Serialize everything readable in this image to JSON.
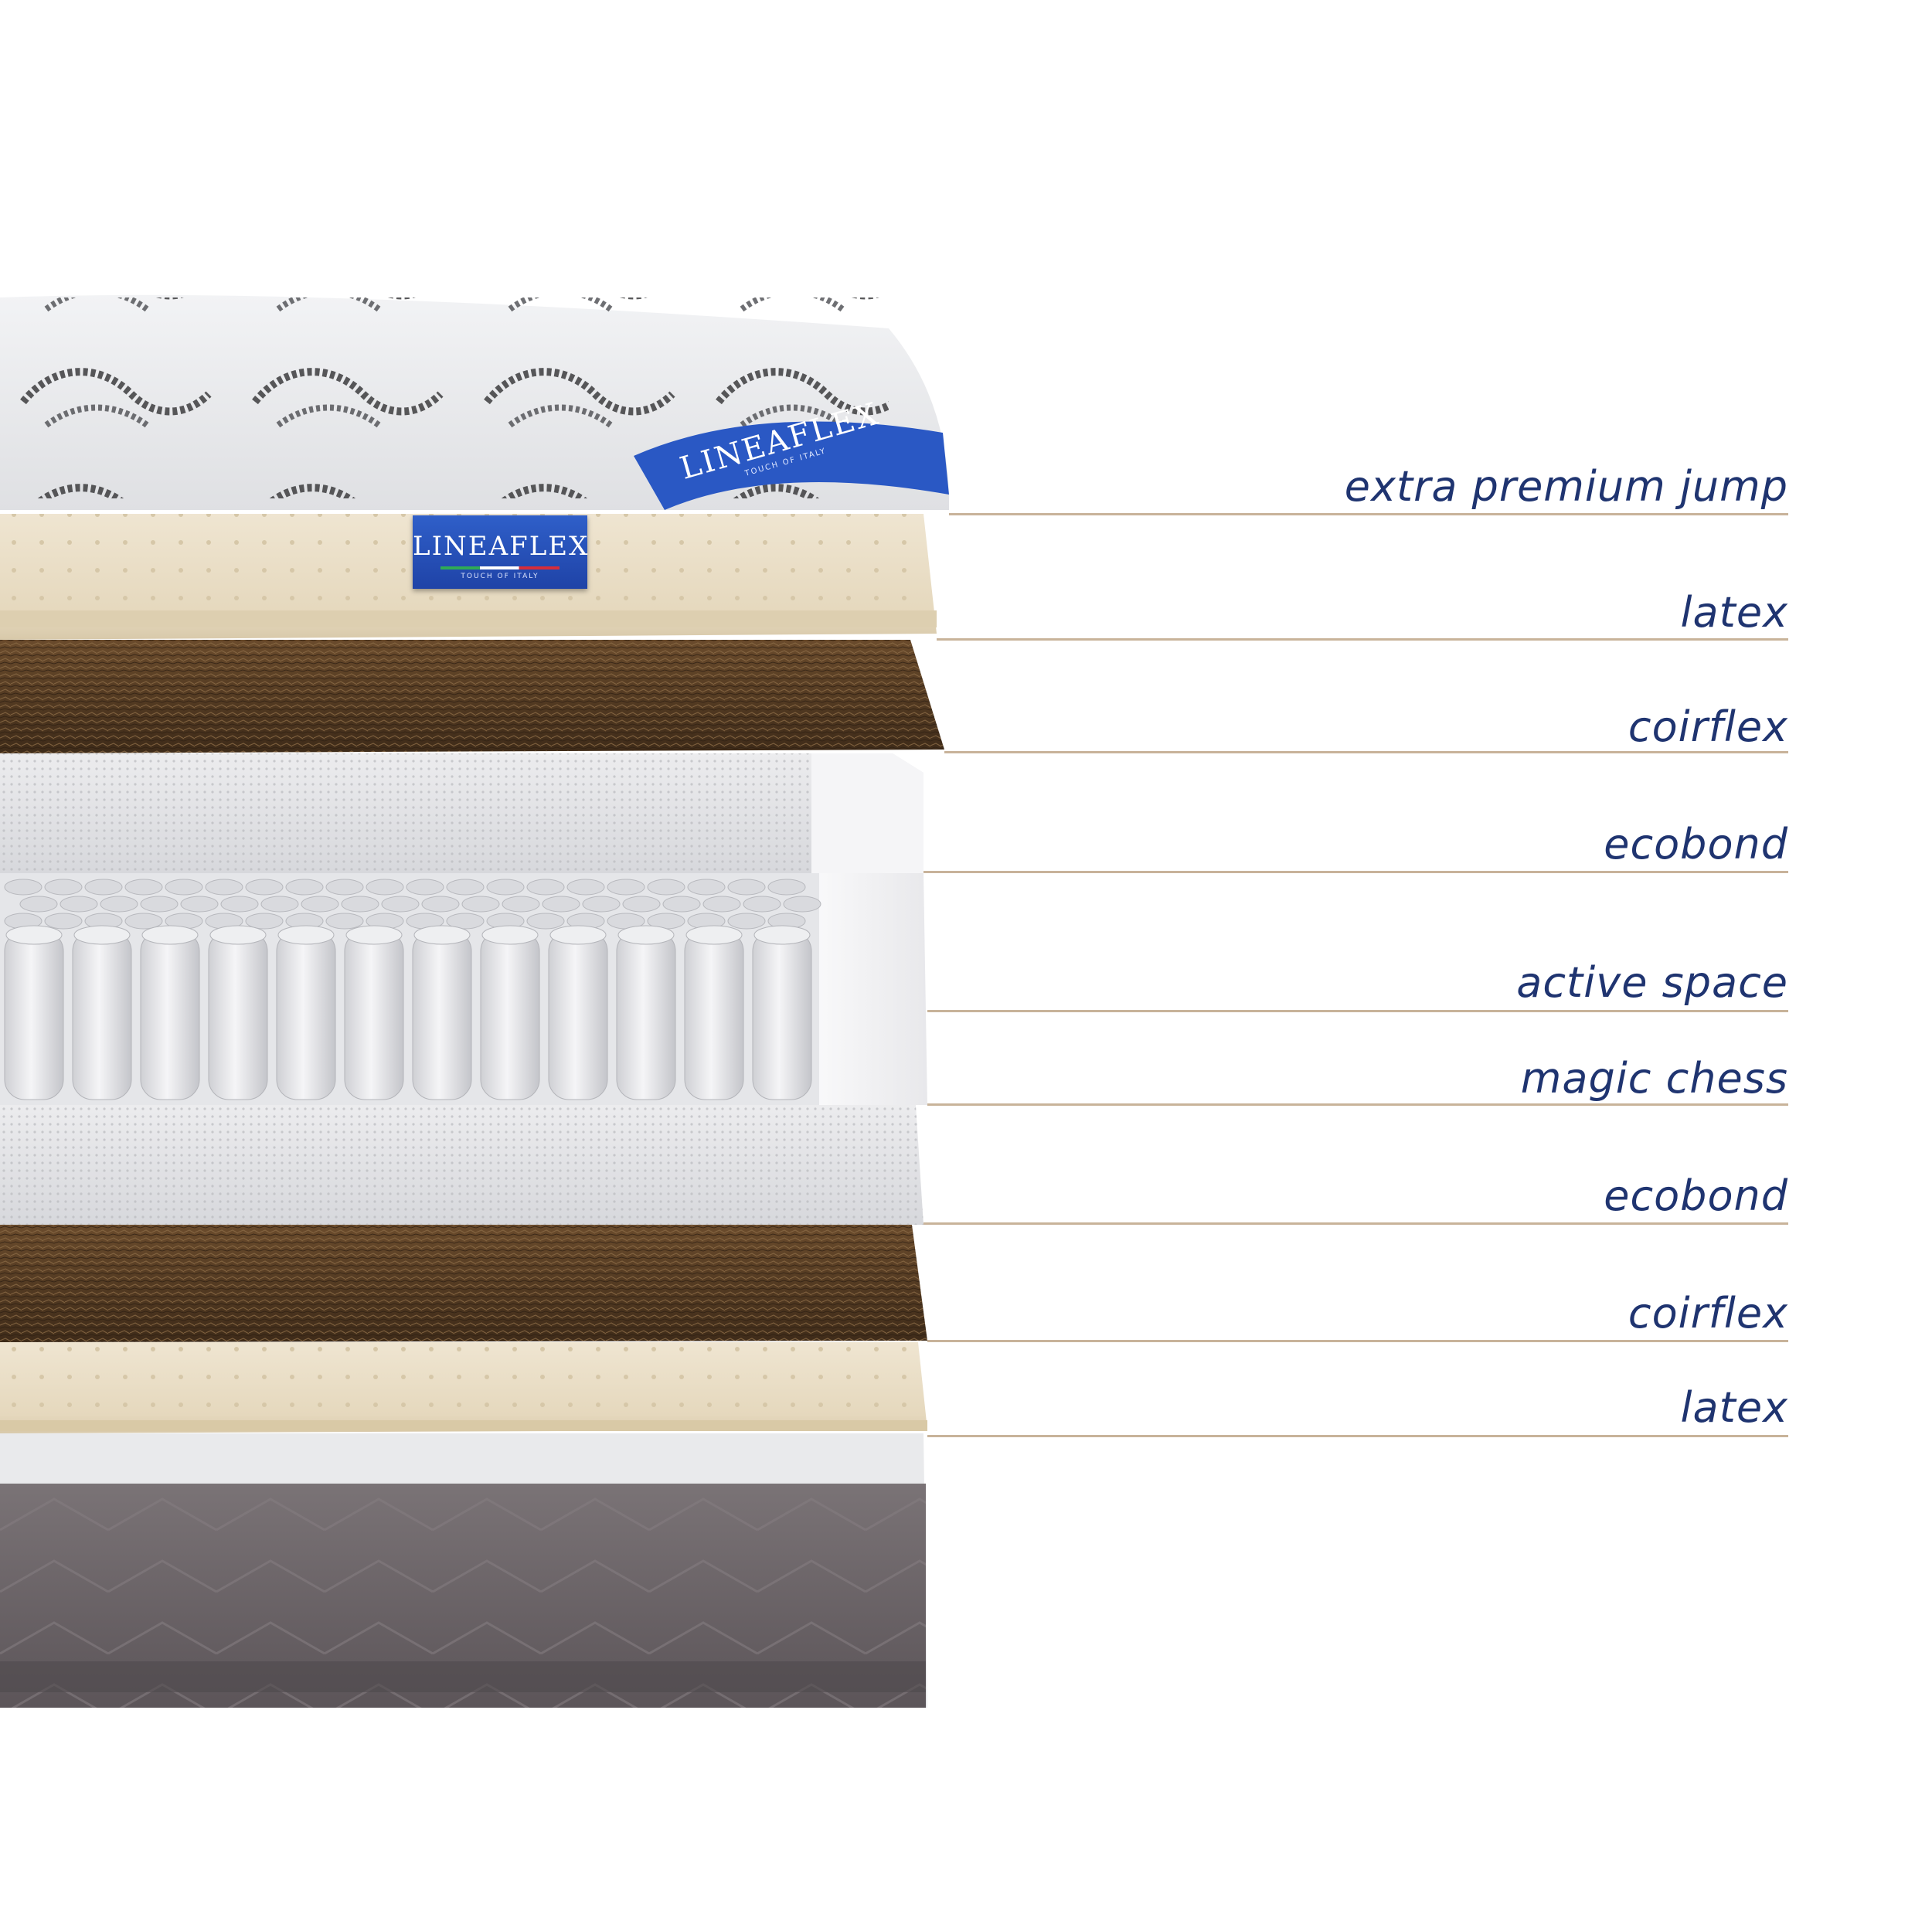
{
  "image_title": "",
  "brand": {
    "name": "LINEAFLEX",
    "tagline": "TOUCH OF ITALY",
    "tag_color": "#2850b8"
  },
  "colors": {
    "label_text": "#1f3470",
    "leader_line": "#c8b39a"
  },
  "layers": [
    {
      "key": "extra-premium-jump",
      "label": "extra premium jump",
      "material": "quilted knit top",
      "color": "#e9eaec"
    },
    {
      "key": "latex-top",
      "label": "latex",
      "material": "latex",
      "color": "#eadfca"
    },
    {
      "key": "coirflex-top",
      "label": "coirflex",
      "material": "coconut fibre",
      "color": "#5b4128"
    },
    {
      "key": "ecobond-top",
      "label": "ecobond",
      "material": "ecobond fibre",
      "color": "#e6e6e8"
    },
    {
      "key": "active-space",
      "label": "active space",
      "material": "foam border",
      "color": "#f4f4f6"
    },
    {
      "key": "magic-chess",
      "label": "magic chess",
      "material": "pocket springs",
      "color": "#e2e3e6"
    },
    {
      "key": "ecobond-bottom",
      "label": "ecobond",
      "material": "ecobond fibre",
      "color": "#dedfe2"
    },
    {
      "key": "coirflex-bottom",
      "label": "coirflex",
      "material": "coconut fibre",
      "color": "#5b4128"
    },
    {
      "key": "latex-bottom",
      "label": "latex",
      "material": "latex",
      "color": "#eadfca"
    },
    {
      "key": "base",
      "label": "",
      "material": "grey quilted base",
      "color": "#6b6468"
    }
  ]
}
